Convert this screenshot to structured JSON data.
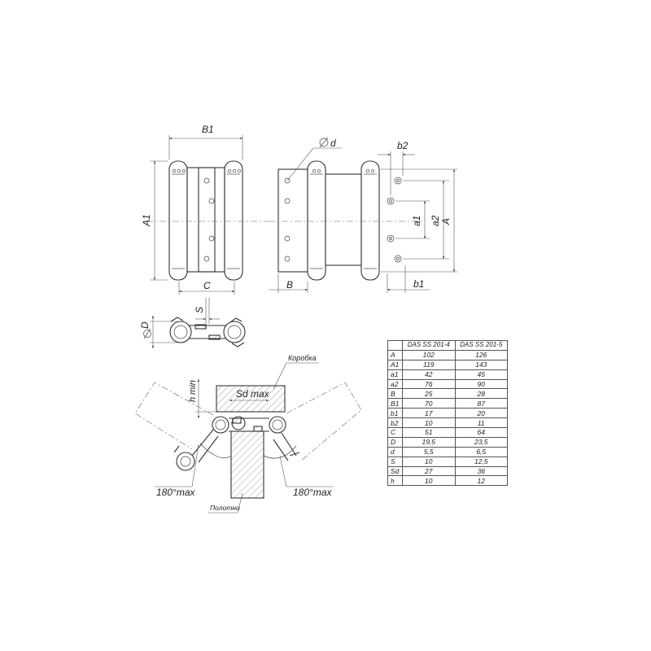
{
  "dimension_labels": {
    "B1": "B1",
    "A1": "A1",
    "C": "C",
    "d": "d",
    "b2": "b2",
    "a1": "a1",
    "a2": "a2",
    "A": "A",
    "B": "B",
    "b1": "b1",
    "S": "S",
    "D": "D",
    "h_min": "h min",
    "Sd_max": "Sd max"
  },
  "annotations": {
    "box_label": "Коробка",
    "door_leaf_label": "Полотно",
    "angle_left": "180°max",
    "angle_right": "180°max"
  },
  "spec_table": {
    "headers": [
      "",
      "DAS SS 201-4",
      "DAS SS 201-5"
    ],
    "rows": [
      [
        "A",
        "102",
        "126"
      ],
      [
        "A1",
        "119",
        "143"
      ],
      [
        "a1",
        "42",
        "45"
      ],
      [
        "a2",
        "76",
        "90"
      ],
      [
        "B",
        "25",
        "28"
      ],
      [
        "B1",
        "70",
        "87"
      ],
      [
        "b1",
        "17",
        "20"
      ],
      [
        "b2",
        "10",
        "11"
      ],
      [
        "C",
        "51",
        "64"
      ],
      [
        "D",
        "19,5",
        "23,5"
      ],
      [
        "d",
        "5,5",
        "6,5"
      ],
      [
        "S",
        "10",
        "12,5"
      ],
      [
        "Sd",
        "27",
        "36"
      ],
      [
        "h",
        "10",
        "12"
      ]
    ]
  }
}
